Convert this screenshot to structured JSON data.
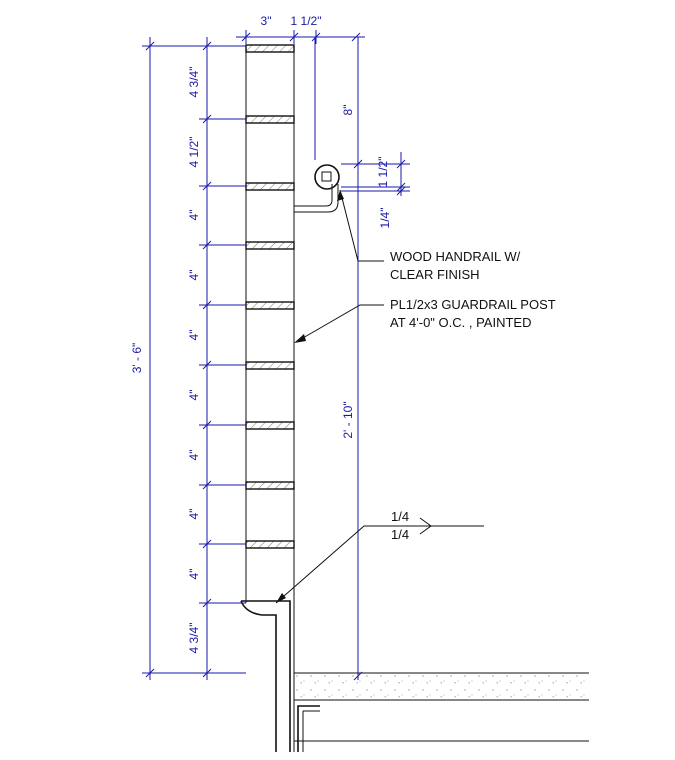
{
  "colors": {
    "dimension": "#1a1aa8",
    "linework": "#111111",
    "background": "#ffffff"
  },
  "dimensions": {
    "post_width": "3\"",
    "offset": "1 1/2\"",
    "handrail_rise": "8\"",
    "handrail_diameter": "1 1/2\"",
    "gap": "1/4\"",
    "overall_height": "3' - 6\"",
    "handrail_height": "2' - 10\"",
    "bar_spacing": [
      "4 3/4\"",
      "4 1/2\"",
      "4\"",
      "4\"",
      "4\"",
      "4\"",
      "4\"",
      "4\"",
      "4\"",
      "4 3/4\""
    ]
  },
  "notes": {
    "handrail_line1": "WOOD HANDRAIL W/",
    "handrail_line2": "CLEAR FINISH",
    "post_line1": "PL1/2x3 GUARDRAIL POST",
    "post_line2": "AT 4'-0\" O.C. , PAINTED"
  },
  "weld_symbol": {
    "top": "1/4",
    "bottom": "1/4"
  }
}
